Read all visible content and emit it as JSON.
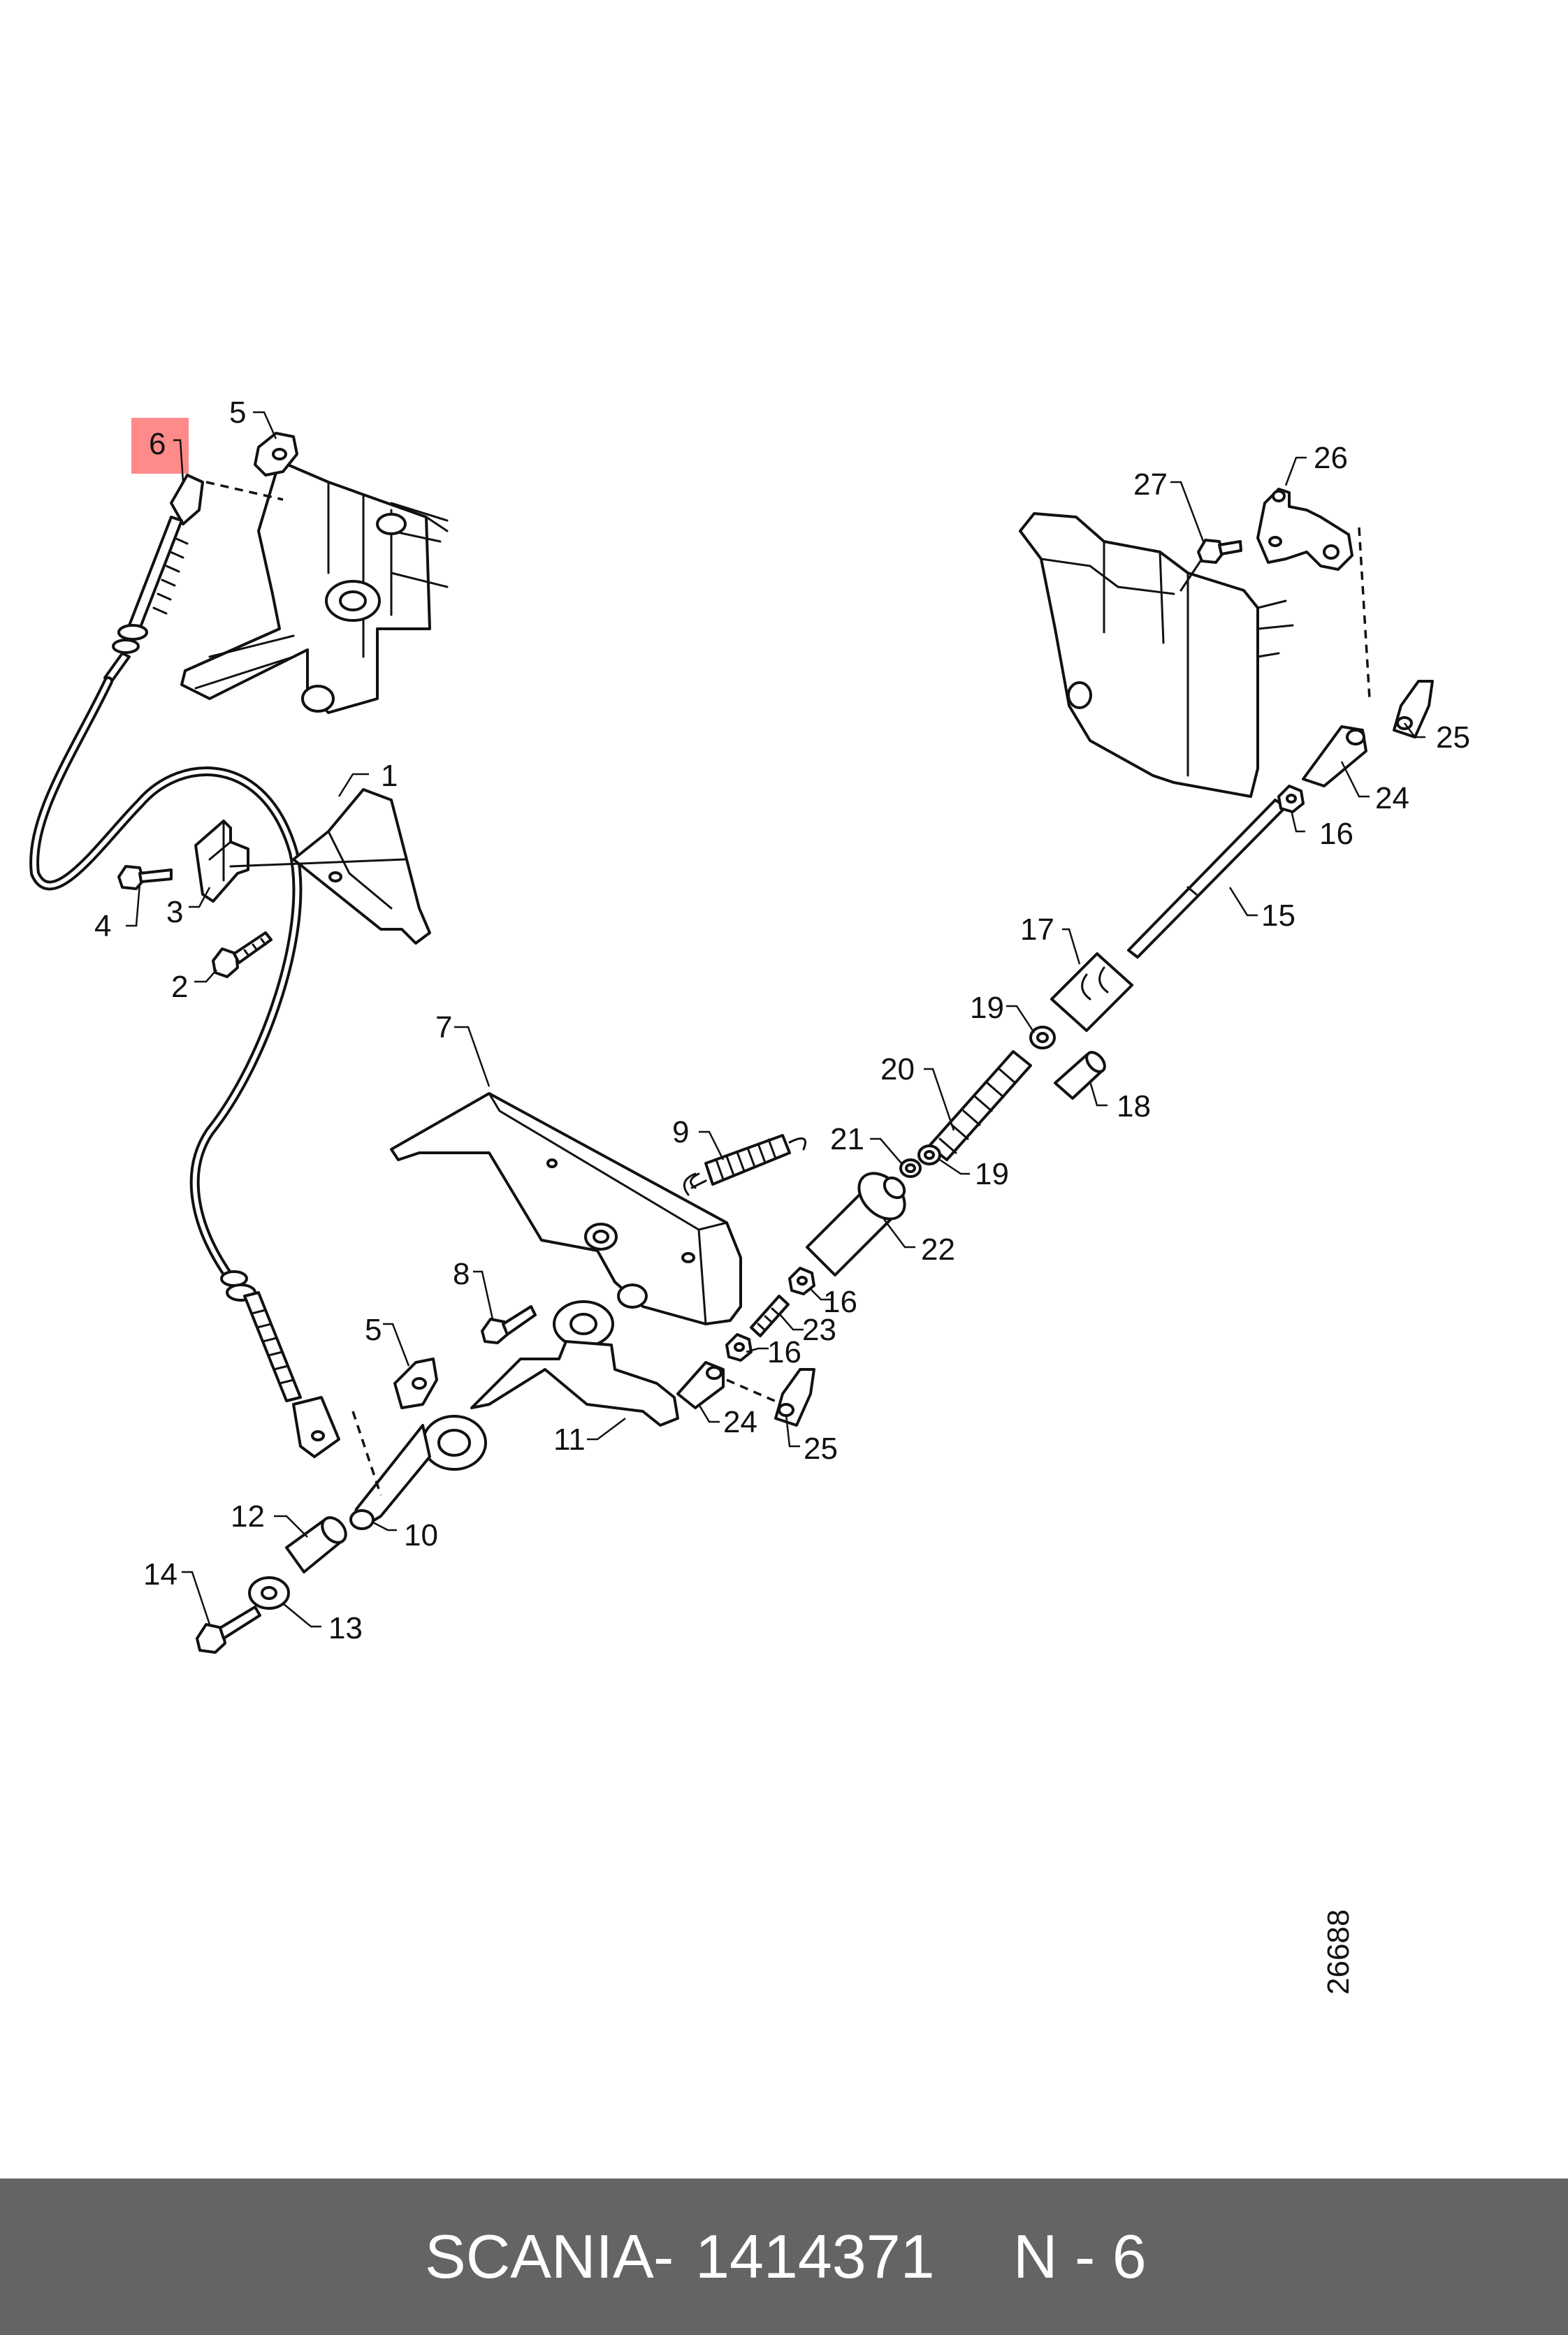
{
  "diagram": {
    "drawing_number": "26688",
    "highlight_color": "#ff8a8a",
    "highlighted_item": "6",
    "callouts": [
      "1",
      "2",
      "3",
      "4",
      "5",
      "5",
      "6",
      "7",
      "8",
      "9",
      "10",
      "11",
      "12",
      "13",
      "14",
      "15",
      "16",
      "16",
      "16",
      "17",
      "18",
      "19",
      "19",
      "20",
      "21",
      "22",
      "23",
      "24",
      "24",
      "25",
      "25",
      "26",
      "27"
    ]
  },
  "footer": {
    "brand": "SCANIA",
    "separator": "-",
    "part_number": "1414371",
    "position": "N - 6",
    "background": "#646464"
  }
}
